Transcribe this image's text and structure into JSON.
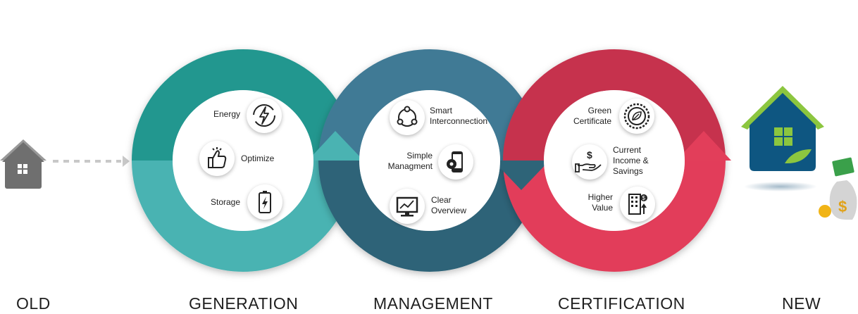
{
  "colors": {
    "generation_dark": "#23978f",
    "generation_light": "#4ab3b2",
    "management_dark": "#3f7a95",
    "management_light": "#2e6478",
    "certification_dark": "#c6334e",
    "certification_light": "#e23e5a",
    "old_house": "#6f6f6f",
    "new_house": "#0e5681",
    "new_roof": "#8cc63f"
  },
  "stages": {
    "old": "OLD",
    "generation": "GENERATION",
    "management": "MANAGEMENT",
    "certification": "CERTIFICATION",
    "new": "NEW"
  },
  "generation": {
    "energy": "Energy",
    "optimize": "Optimize",
    "storage": "Storage"
  },
  "management": {
    "smart_1": "Smart",
    "smart_2": "Interconnection",
    "simple_1": "Simple",
    "simple_2": "Managment",
    "clear_1": "Clear",
    "clear_2": "Overview"
  },
  "certification": {
    "green_1": "Green",
    "green_2": "Certificate",
    "income_1": "Current",
    "income_2": "Income &",
    "income_3": "Savings",
    "higher_1": "Higher",
    "higher_2": "Value"
  },
  "icons": [
    "energy-cycle-icon",
    "thumbs-up-icon",
    "battery-icon",
    "network-icon",
    "phone-gear-icon",
    "monitor-chart-icon",
    "leaf-seal-icon",
    "hand-dollar-icon",
    "building-dollar-icon",
    "old-house-icon",
    "new-house-icon",
    "money-bag-icon"
  ]
}
